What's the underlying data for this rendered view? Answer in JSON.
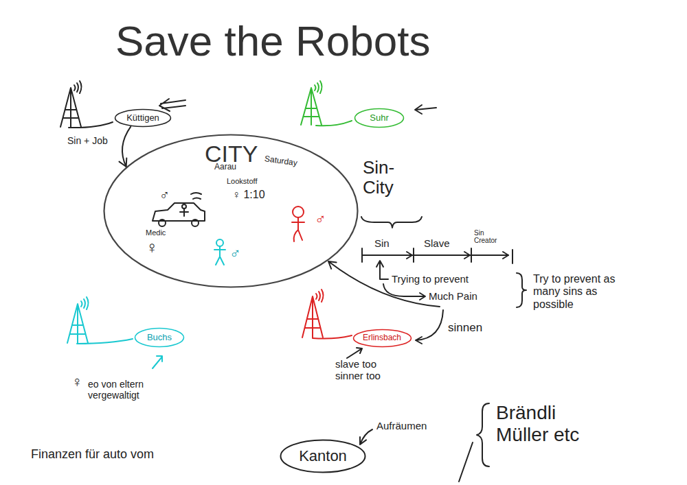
{
  "diagram": {
    "title": "Save the Robots",
    "nodes": [
      {
        "text": [
          "Küttigen"
        ]
      },
      {
        "text": [
          "Suhr"
        ]
      },
      {
        "text": [
          "CITY",
          "Saturday",
          "Aarau",
          "Lookstoff",
          "♀ 1:10",
          "♂",
          "Medic",
          "♀",
          "♂",
          "♂"
        ]
      },
      {
        "text": [
          "Buchs"
        ]
      },
      {
        "text": [
          "Erlinsbach"
        ]
      },
      {
        "text": [
          "Kanton"
        ]
      }
    ],
    "edges": [
      {
        "from": 0,
        "to": 2,
        "arrow": "to",
        "label": "Sin + Job"
      }
    ],
    "labels": [
      "Sin-City",
      "Sin",
      "Slave",
      "Sin Creator",
      "Trying to prevent",
      "Much Pain",
      "Try to prevent as many sins as possible",
      "sinnen",
      "♀",
      "eo von eltern vergewaltigt",
      "slave too sinner too",
      "Finanzen für auto vom",
      "Aufräumen",
      "Brändli Müller etc"
    ]
  }
}
